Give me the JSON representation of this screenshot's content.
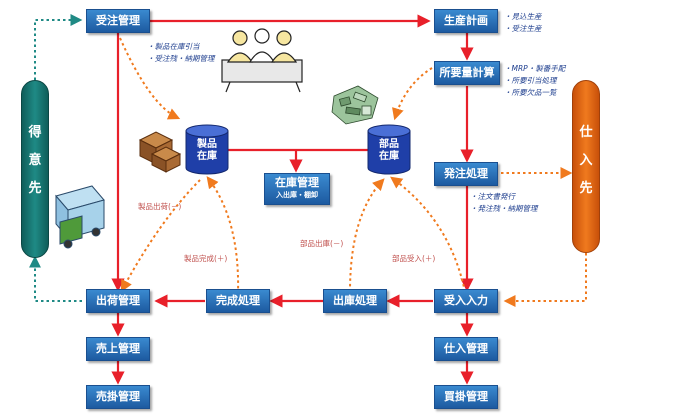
{
  "nodes": {
    "juchu": "受注管理",
    "seisan": "生産計画",
    "shoyo": "所要量計算",
    "hacchu": "発注処理",
    "ukeire": "受入入力",
    "shiire": "仕入管理",
    "kaikake": "買掛管理",
    "shukko": "出庫処理",
    "kansei": "完成処理",
    "shukka": "出荷管理",
    "uriage": "売上管理",
    "urikake": "売掛管理",
    "zaiko_title": "在庫管理",
    "zaiko_sub": "入出庫・棚卸"
  },
  "stores": {
    "seihin_line1": "製品",
    "seihin_line2": "在庫",
    "buhin_line1": "部品",
    "buhin_line2": "在庫"
  },
  "parties": {
    "tokuisaki": [
      "得",
      "意",
      "先"
    ],
    "shiiresaki": [
      "仕",
      "入",
      "先"
    ]
  },
  "notes": {
    "juchu": [
      "・製品在庫引当",
      "・受注残・納期管理"
    ],
    "seisan": [
      "・見込生産",
      "・受注生産"
    ],
    "shoyo": [
      "・MRP・製番手配",
      "・所要引当処理",
      "・所要欠品一覧"
    ],
    "hacchu": [
      "・注文書発行",
      "・発注残・納期管理"
    ]
  },
  "flow_labels": {
    "seihin_shukka": "製品出荷(－)",
    "seihin_kansei": "製品完成(＋)",
    "buhin_shukko": "部品出庫(－)",
    "buhin_ukeire": "部品受入(＋)"
  },
  "colors": {
    "flow_solid": "#e8202a",
    "flow_dotted_orange": "#f07a1e",
    "flow_dotted_teal": "#1f8a85",
    "box_fill": "#2a72bd",
    "store_fill": "#1f3fa8",
    "tokuisaki_fill": "#1f8a85",
    "shiiresaki_fill": "#f07a1e"
  }
}
